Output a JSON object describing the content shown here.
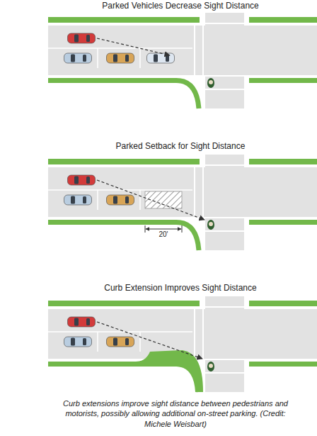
{
  "diagram": {
    "caption": "Curb extensions improve sight distance between pedestrians and motorists, possibly allowing additional on-street parking. (Credit: Michele Weisbart)",
    "labels": [
      "Parked Vehicles Decrease Sight Distance",
      "Parked Setback for Sight Distance",
      "Curb Extension Improves Sight Distance",
      "20'"
    ]
  }
}
